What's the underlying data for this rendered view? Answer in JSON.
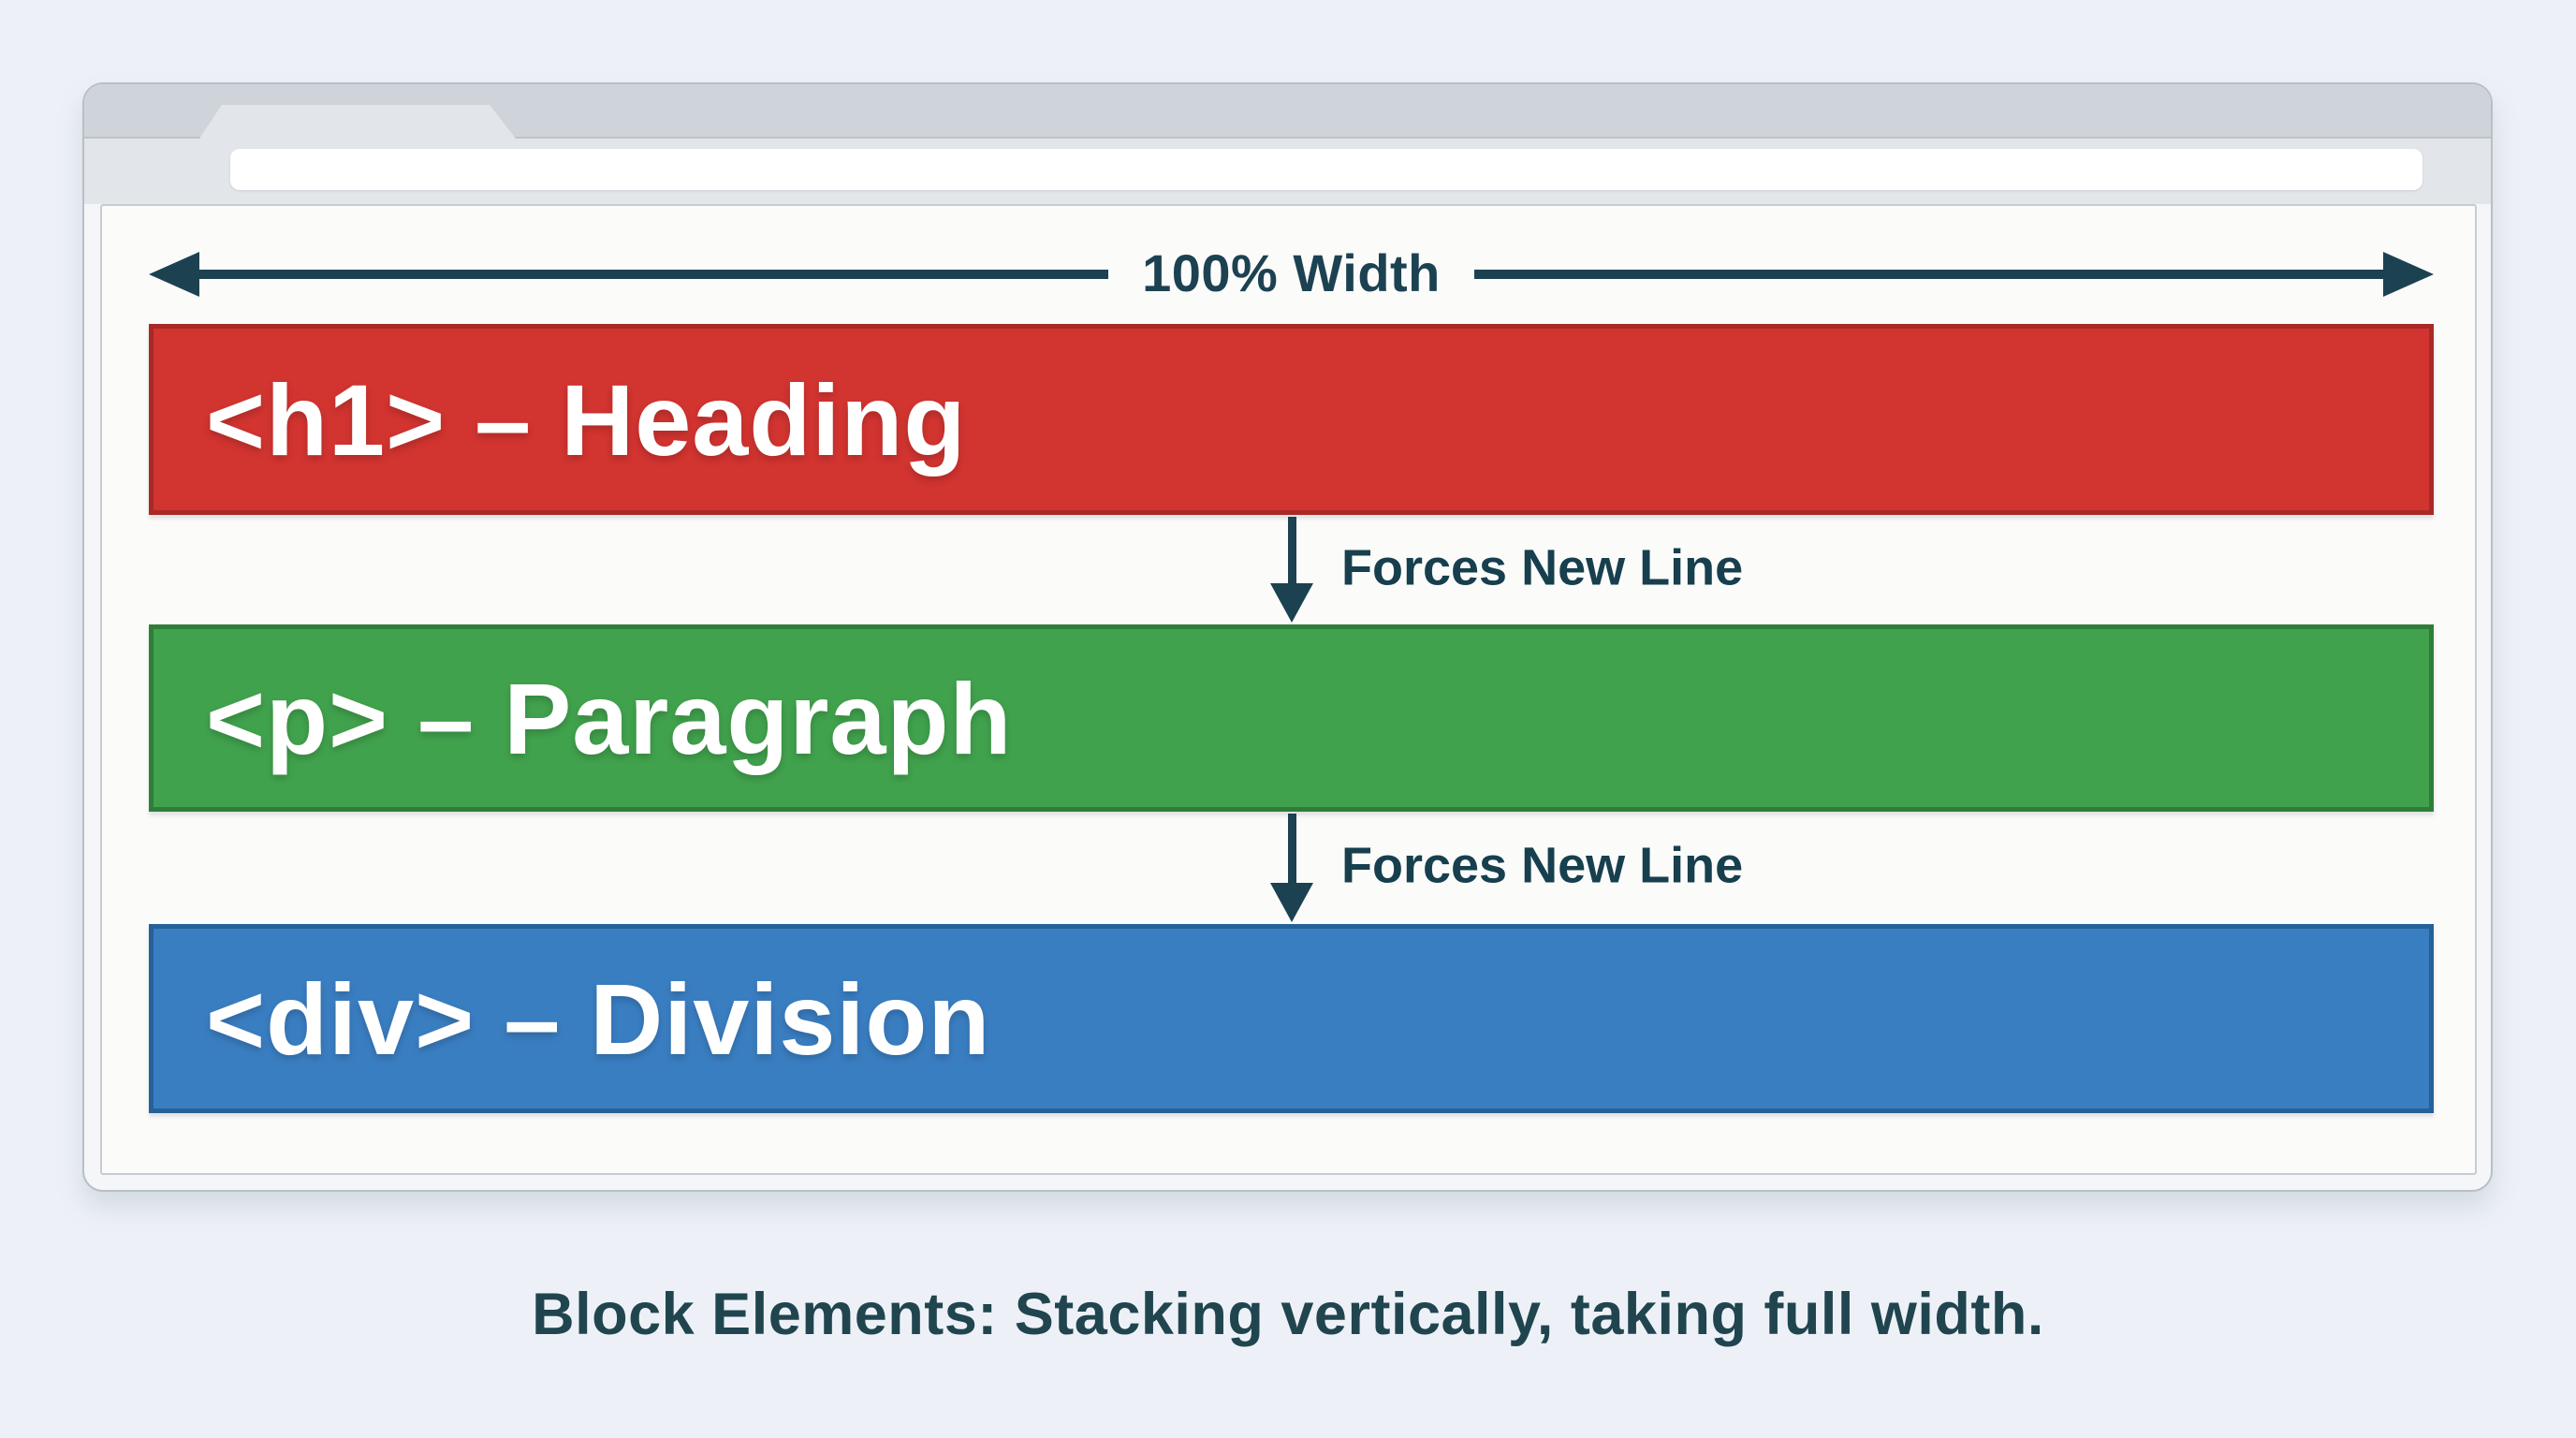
{
  "diagram": {
    "width_label": "100% Width",
    "flow_label_1": "Forces New Line",
    "flow_label_2": "Forces New Line",
    "blocks": [
      {
        "tag": "h1",
        "label": "<h1> – Heading",
        "fill": "#d23430",
        "border": "#a82926",
        "text_color": "#ffffff"
      },
      {
        "tag": "p",
        "label": "<p> – Paragraph",
        "fill": "#41a24d",
        "border": "#2e7e3a",
        "text_color": "#ffffff"
      },
      {
        "tag": "div",
        "label": "<div> – Division",
        "fill": "#3a7ec2",
        "border": "#246198",
        "text_color": "#ffffff"
      }
    ],
    "arrow_color": "#1c4252",
    "flow_label_color": "#173f4e"
  },
  "page": {
    "caption": "Block Elements: Stacking vertically, taking full width."
  }
}
